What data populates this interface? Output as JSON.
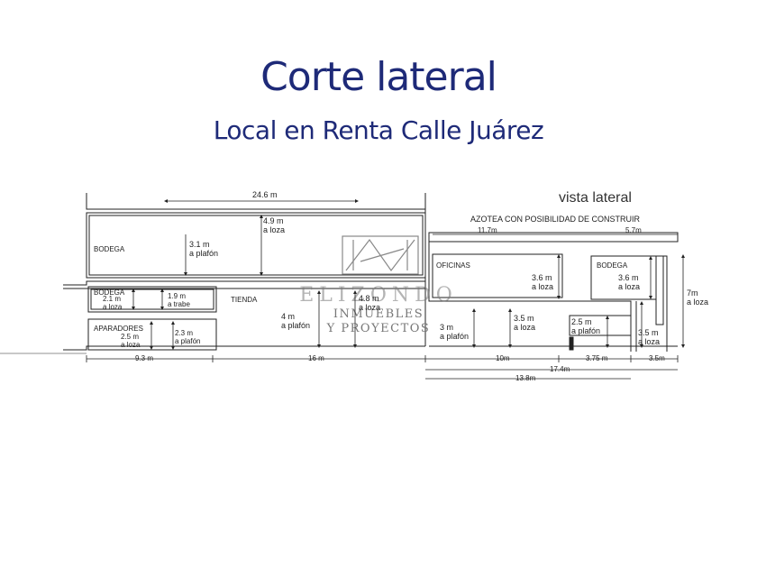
{
  "title": "Corte lateral",
  "subtitle": "Local en Renta Calle Juárez",
  "view_label": "vista lateral",
  "roof_note": "AZOTEA CON POSIBILIDAD DE CONSTRUIR",
  "watermark": {
    "brand": "ELIZONDO",
    "line1": "INMUEBLES",
    "line2": "Y PROYECTOS"
  },
  "rooms": {
    "bodega_top": "BODEGA",
    "bodega_small": "BODEGA",
    "aparadores": "APARADORES",
    "tienda": "TIENDA",
    "oficinas": "OFICINAS",
    "bodega_right": "BODEGA"
  },
  "dimensions": {
    "top_width": "24.6 m",
    "upper_right_a": "11.7m",
    "upper_right_b": "5.7m",
    "h_49": [
      "4.9 m",
      "a loza"
    ],
    "h_31": [
      "3.1 m",
      "a plafón"
    ],
    "h_21": [
      "2.1 m",
      "a loza"
    ],
    "h_19": [
      "1.9 m",
      "a  trabe"
    ],
    "h_25": [
      "2.5 m",
      "a loza"
    ],
    "h_23": [
      "2.3 m",
      "a  plafón"
    ],
    "h_4": [
      "4 m",
      "a plafón"
    ],
    "h_48": [
      "4.8 m",
      "a loza"
    ],
    "h_3": [
      "3 m",
      "a plafón"
    ],
    "h_35a": [
      "3.5 m",
      "a loza"
    ],
    "h_36a": [
      "3.6 m",
      "a loza"
    ],
    "h_36b": [
      "3.6 m",
      "a loza"
    ],
    "h_25b": [
      "2.5 m",
      "a plafón"
    ],
    "h_35b": [
      "3.5 m",
      "a loza"
    ],
    "h_7": [
      "7m",
      "a loza"
    ],
    "bottom": [
      "9.3 m",
      "16 m",
      "10m",
      "3.75 m",
      "3.5m"
    ],
    "bottom_174": "17.4m",
    "bottom_138": "13.8m"
  }
}
